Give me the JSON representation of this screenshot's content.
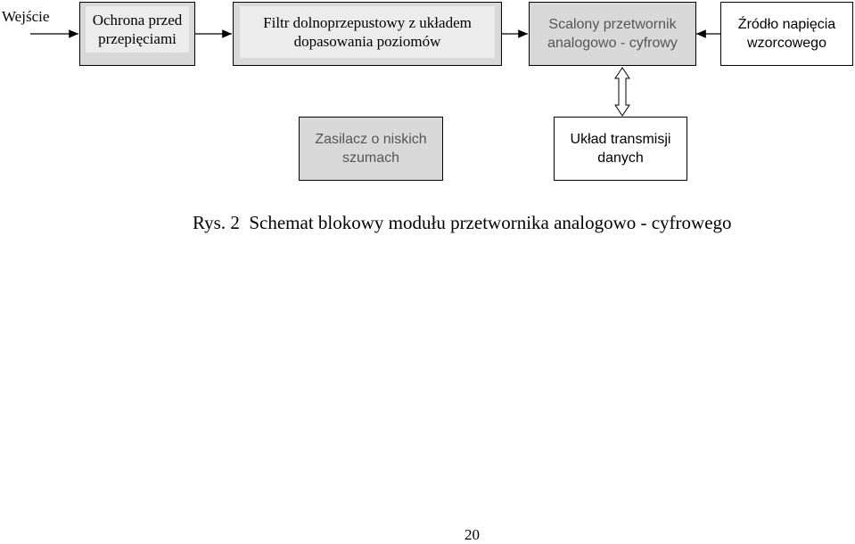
{
  "diagram": {
    "input_label": "Wejście",
    "blocks": {
      "surge_protection": {
        "line1": "Ochrona przed",
        "line2": "przepięciami"
      },
      "lowpass_filter": {
        "line1": "Filtr dolnoprzepustowy z układem",
        "line2": "dopasowania poziomów"
      },
      "adc": {
        "line1": "Scalony przetwornik",
        "line2": "analogowo - cyfrowy"
      },
      "reference_source": {
        "line1": "Źródło napięcia",
        "line2": "wzorcowego"
      },
      "low_noise_psu": {
        "line1": "Zasilacz o niskich",
        "line2": "szumach"
      },
      "data_transmission": {
        "line1": "Układ transmisji",
        "line2": "danych"
      }
    }
  },
  "caption": "Rys. 2  Schemat blokowy modułu przetwornika analogowo - cyfrowego",
  "page_number": "20"
}
